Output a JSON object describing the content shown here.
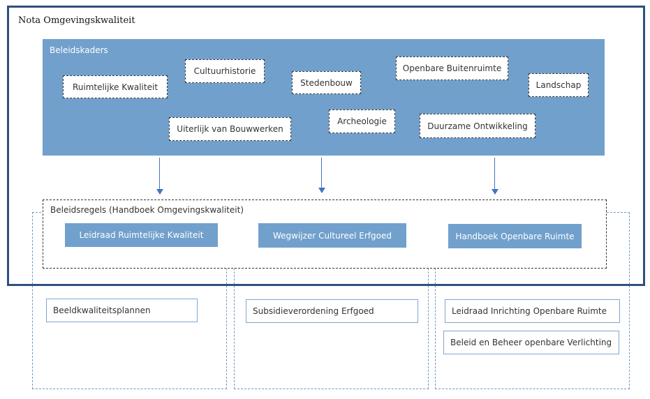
{
  "outer": {
    "title": "Nota Omgevingskwaliteit"
  },
  "beleidskaders": {
    "title": "Beleidskaders",
    "items": [
      "Ruimtelijke Kwaliteit",
      "Cultuurhistorie",
      "Stedenbouw",
      "Openbare Buitenruimte",
      "Landschap",
      "Uiterlijk van Bouwwerken",
      "Archeologie",
      "Duurzame Ontwikkeling"
    ]
  },
  "beleidsregels": {
    "title": "Beleidsregels (Handboek Omgevingskwaliteit)",
    "items": [
      "Leidraad Ruimtelijke Kwaliteit",
      "Wegwijzer Cultureel Erfgoed",
      "Handboek Openbare Ruimte"
    ]
  },
  "columns": [
    {
      "docs": [
        "Beeldkwaliteitsplannen"
      ]
    },
    {
      "docs": [
        "Subsidieverordening Erfgoed"
      ]
    },
    {
      "docs": [
        "Leidraad Inrichting Openbare Ruimte",
        "Beleid en Beheer openbare Verlichting"
      ]
    }
  ],
  "colors": {
    "panel_blue": "#71a0cc",
    "frame": "#2f4f7f",
    "arrow": "#4472c4",
    "column_border": "#6f99c6"
  }
}
